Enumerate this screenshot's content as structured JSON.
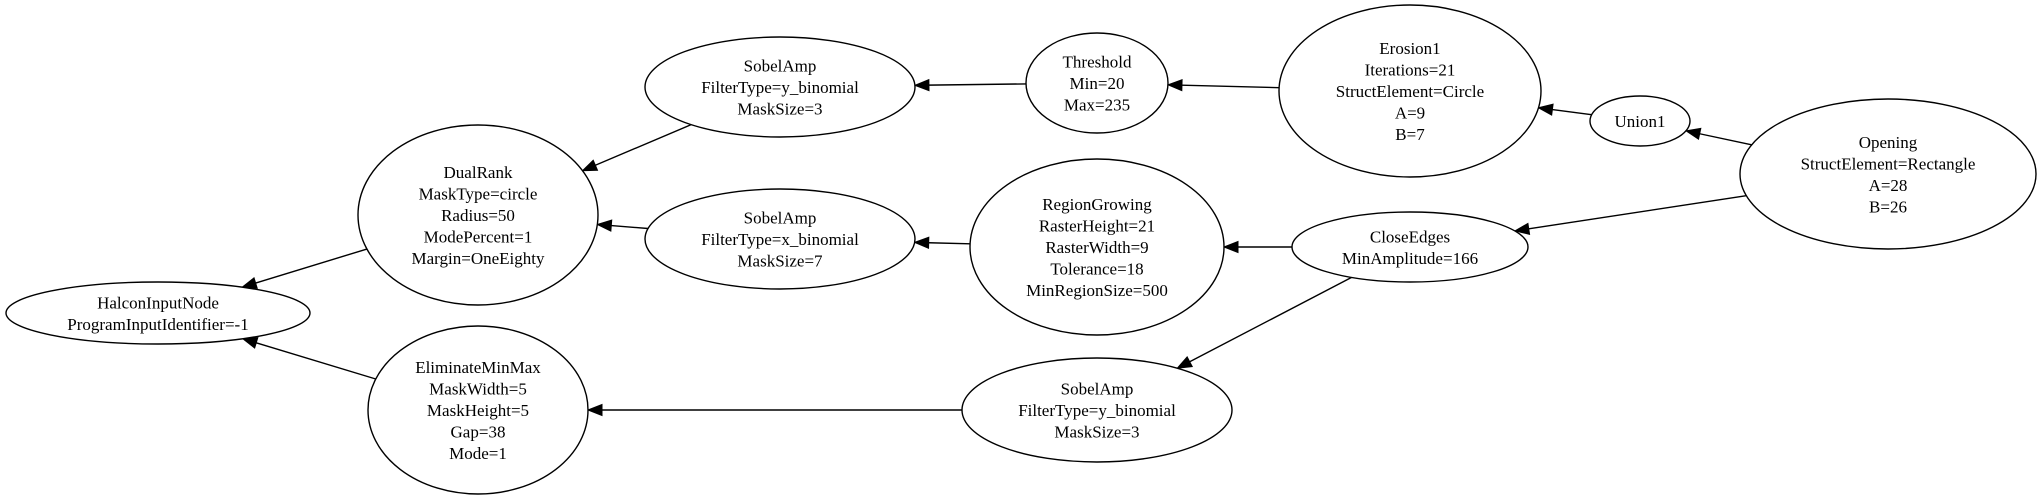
{
  "colors": {
    "background": "#ffffff",
    "stroke": "#000000",
    "text": "#000000"
  },
  "nodes": {
    "halcon_input": {
      "lines": [
        "HalconInputNode",
        "ProgramInputIdentifier=-1"
      ]
    },
    "dual_rank": {
      "lines": [
        "DualRank",
        "MaskType=circle",
        "Radius=50",
        "ModePercent=1",
        "Margin=OneEighty"
      ]
    },
    "eliminate_min_max": {
      "lines": [
        "EliminateMinMax",
        "MaskWidth=5",
        "MaskHeight=5",
        "Gap=38",
        "Mode=1"
      ]
    },
    "sobel_amp_top": {
      "lines": [
        "SobelAmp",
        "FilterType=y_binomial",
        "MaskSize=3"
      ]
    },
    "sobel_amp_mid": {
      "lines": [
        "SobelAmp",
        "FilterType=x_binomial",
        "MaskSize=7"
      ]
    },
    "sobel_amp_bottom": {
      "lines": [
        "SobelAmp",
        "FilterType=y_binomial",
        "MaskSize=3"
      ]
    },
    "threshold": {
      "lines": [
        "Threshold",
        "Min=20",
        "Max=235"
      ]
    },
    "region_growing": {
      "lines": [
        "RegionGrowing",
        "RasterHeight=21",
        "RasterWidth=9",
        "Tolerance=18",
        "MinRegionSize=500"
      ]
    },
    "erosion": {
      "lines": [
        "Erosion1",
        "Iterations=21",
        "StructElement=Circle",
        "A=9",
        "B=7"
      ]
    },
    "close_edges": {
      "lines": [
        "CloseEdges",
        "MinAmplitude=166"
      ]
    },
    "union": {
      "lines": [
        "Union1"
      ]
    },
    "opening": {
      "lines": [
        "Opening",
        "StructElement=Rectangle",
        "A=28",
        "B=26"
      ]
    }
  },
  "edges": [
    {
      "from": "sobel_amp_top",
      "to": "dual_rank"
    },
    {
      "from": "sobel_amp_mid",
      "to": "dual_rank"
    },
    {
      "from": "dual_rank",
      "to": "halcon_input"
    },
    {
      "from": "eliminate_min_max",
      "to": "halcon_input"
    },
    {
      "from": "threshold",
      "to": "sobel_amp_top"
    },
    {
      "from": "erosion",
      "to": "threshold"
    },
    {
      "from": "union",
      "to": "erosion"
    },
    {
      "from": "opening",
      "to": "union"
    },
    {
      "from": "opening",
      "to": "close_edges"
    },
    {
      "from": "close_edges",
      "to": "region_growing"
    },
    {
      "from": "region_growing",
      "to": "sobel_amp_mid"
    },
    {
      "from": "close_edges",
      "to": "sobel_amp_bottom"
    },
    {
      "from": "sobel_amp_bottom",
      "to": "eliminate_min_max"
    }
  ]
}
